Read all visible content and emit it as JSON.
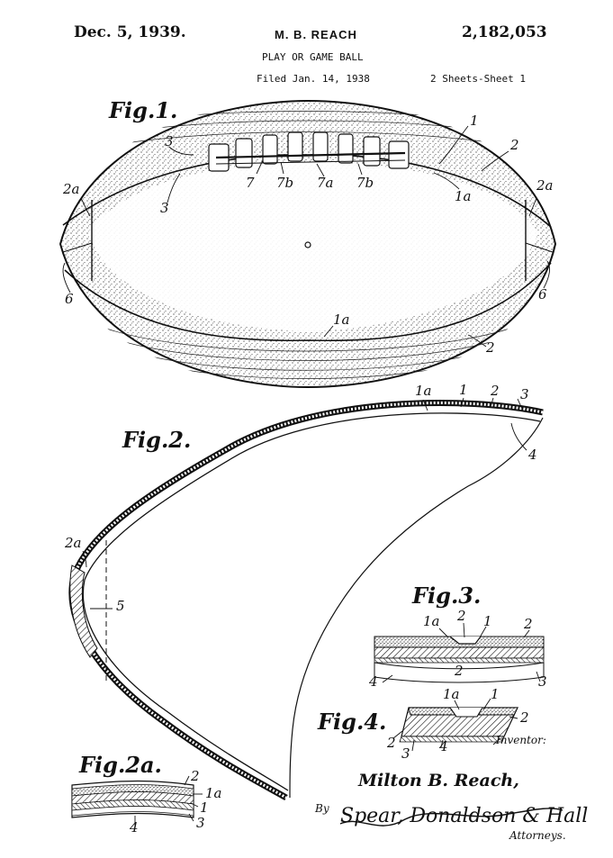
{
  "header": {
    "date": "Dec. 5, 1939.",
    "inventor": "M. B. REACH",
    "patent_number": "2,182,053",
    "title": "PLAY OR GAME BALL",
    "filed": "Filed Jan. 14, 1938",
    "sheets": "2 Sheets-Sheet 1"
  },
  "figures": {
    "fig1": "Fig.1.",
    "fig2": "Fig.2.",
    "fig2a": "Fig.2a.",
    "fig3": "Fig.3.",
    "fig4": "Fig.4."
  },
  "refs": {
    "r1": "1",
    "r2": "2",
    "r2a": "2a",
    "r3": "3",
    "r4": "4",
    "r5": "5",
    "r6": "6",
    "r7": "7",
    "r7a": "7a",
    "r7b": "7b",
    "r1a": "1a"
  },
  "signature": {
    "inventor_label": "Inventor:",
    "inventor_name": "Milton B. Reach,",
    "by": "By",
    "attorneys_name": "Spear, Donaldson & Hall",
    "attorneys_label": "Attorneys."
  }
}
